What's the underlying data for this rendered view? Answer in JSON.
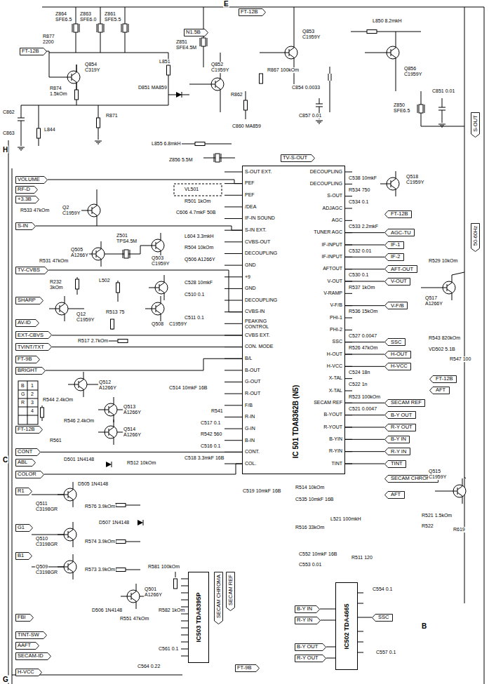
{
  "diagram": {
    "nodes": [
      {
        "text": [
          "IC 501 TDA8362B (N5)",
          "S-OUT EXT.",
          "PEF",
          "PEF",
          "/DEA",
          "IF-IN SOUND",
          "S-IN EXT.",
          "CVBS-OUT",
          "DECOUPLING",
          "GND",
          "+9",
          "GND",
          "DECOUPLING",
          "CVBS-IN",
          "PEAKING CONTROL",
          "CVBS EXT.",
          "CON. MODE",
          "B/L",
          "B-OUT",
          "G-OUT",
          "R-OUT",
          "F/B",
          "R-IN",
          "G-IN",
          "B-IN",
          "CONT.",
          "COL.",
          "DECOUPLING",
          "DECOUPLING",
          "S-OUT",
          "ADJAGC",
          "AGC",
          "TUNER AGC",
          "IF-INPUT",
          "IF-INPUT",
          "AFTOUT",
          "V-OUT",
          "V-RAMP",
          "V-F/B",
          "PHI-1",
          "PHI-2",
          "SSC",
          "H-OUT",
          "H-VCC",
          "X-TAL",
          "X-TAL",
          "SECAM REF",
          "B-YOUT",
          "R-YOUT",
          "B-YIN",
          "R-YIN",
          "TINT"
        ]
      },
      {
        "text": [
          "N1.5B"
        ]
      },
      {
        "text": [
          "FT-12B"
        ]
      },
      {
        "text": [
          "FT-12B"
        ]
      },
      {
        "text": [
          "S-OUT"
        ]
      },
      {
        "text": [
          "TV-S-OUT"
        ]
      },
      {
        "text": [
          "VOLUME"
        ]
      },
      {
        "text": [
          "RF-D"
        ]
      },
      {
        "text": [
          "+3.3B"
        ]
      },
      {
        "text": [
          "FT-12B"
        ]
      },
      {
        "text": [
          "S-IN"
        ]
      },
      {
        "text": [
          "AGC-TU"
        ]
      },
      {
        "text": [
          "50-60Hz"
        ]
      },
      {
        "text": [
          "IF-1"
        ]
      },
      {
        "text": [
          "IF-2"
        ]
      },
      {
        "text": [
          "TV-CVBS"
        ]
      },
      {
        "text": [
          "AFT-OUT"
        ]
      },
      {
        "text": [
          "V-OUT"
        ]
      },
      {
        "text": [
          "SHARP"
        ]
      },
      {
        "text": [
          "V-F/B"
        ]
      },
      {
        "text": [
          "AV-ID"
        ]
      },
      {
        "text": [
          "EXT-CBVS"
        ]
      },
      {
        "text": [
          "SSC"
        ]
      },
      {
        "text": [
          "TVINT/TXT"
        ]
      },
      {
        "text": [
          "H-OUT"
        ]
      },
      {
        "text": [
          "FT-9B"
        ]
      },
      {
        "text": [
          "H-VCC"
        ]
      },
      {
        "text": [
          "BRIGHT"
        ]
      },
      {
        "text": [
          "FT-12B"
        ]
      },
      {
        "text": [
          "AFT"
        ]
      },
      {
        "text": [
          "SECAM REF"
        ]
      },
      {
        "text": [
          "B-Y OUT"
        ]
      },
      {
        "text": [
          "R-Y OUT"
        ]
      },
      {
        "text": [
          "FT-12B"
        ]
      },
      {
        "text": [
          "B-Y IN"
        ]
      },
      {
        "text": [
          "CONT"
        ]
      },
      {
        "text": [
          "R-Y IN"
        ]
      },
      {
        "text": [
          "ABL"
        ]
      },
      {
        "text": [
          "TINT"
        ]
      },
      {
        "text": [
          "COLOR"
        ]
      },
      {
        "text": [
          "SECAM CHROMA"
        ]
      },
      {
        "text": [
          "AFT"
        ]
      },
      {
        "text": [
          "R1"
        ]
      },
      {
        "text": [
          "G1"
        ]
      },
      {
        "text": [
          "B1"
        ]
      },
      {
        "text": [
          "IC503 TDA8395P"
        ]
      },
      {
        "text": [
          "SECAM CHROMA"
        ]
      },
      {
        "text": [
          "SECAM REF"
        ]
      },
      {
        "text": [
          "IC502 TDA4665"
        ]
      },
      {
        "text": [
          "B-Y IN"
        ]
      },
      {
        "text": [
          "R-Y IN"
        ]
      },
      {
        "text": [
          "SSC"
        ]
      },
      {
        "text": [
          "B-Y OUT"
        ]
      },
      {
        "text": [
          "R-Y OUT"
        ]
      },
      {
        "text": [
          "FBI"
        ]
      },
      {
        "text": [
          "TINT-SW"
        ]
      },
      {
        "text": [
          "AAFT"
        ]
      },
      {
        "text": [
          "SECAM-ID"
        ]
      },
      {
        "text": [
          "FT-9B"
        ]
      },
      {
        "text": [
          "H-VCC"
        ]
      }
    ],
    "edges": [
      {
        "from": 6,
        "to": 0,
        "arrow": "none"
      },
      {
        "from": 10,
        "to": 0,
        "arrow": "none"
      },
      {
        "from": 15,
        "to": 0,
        "arrow": "none"
      },
      {
        "from": 21,
        "to": 0,
        "arrow": "none"
      },
      {
        "from": 23,
        "to": 0,
        "arrow": "none"
      },
      {
        "from": 27,
        "to": 0,
        "arrow": "none"
      },
      {
        "from": 35,
        "to": 0,
        "arrow": "none"
      },
      {
        "from": 39,
        "to": 0,
        "arrow": "none"
      },
      {
        "from": 0,
        "to": 11,
        "arrow": "none"
      },
      {
        "from": 13,
        "to": 0,
        "arrow": "none"
      },
      {
        "from": 14,
        "to": 0,
        "arrow": "none"
      },
      {
        "from": 0,
        "to": 16,
        "arrow": "none"
      },
      {
        "from": 0,
        "to": 17,
        "arrow": "none"
      },
      {
        "from": 19,
        "to": 0,
        "arrow": "none"
      },
      {
        "from": 0,
        "to": 22,
        "arrow": "none"
      },
      {
        "from": 0,
        "to": 24,
        "arrow": "none"
      },
      {
        "from": 26,
        "to": 0,
        "arrow": "none"
      },
      {
        "from": 30,
        "to": 0,
        "arrow": "none"
      },
      {
        "from": 0,
        "to": 31,
        "arrow": "none"
      },
      {
        "from": 0,
        "to": 32,
        "arrow": "none"
      },
      {
        "from": 34,
        "to": 0,
        "arrow": "none"
      },
      {
        "from": 36,
        "to": 0,
        "arrow": "none"
      },
      {
        "from": 38,
        "to": 0,
        "arrow": "none"
      },
      {
        "from": 49,
        "to": 48,
        "arrow": "none"
      },
      {
        "from": 50,
        "to": 48,
        "arrow": "none"
      },
      {
        "from": 48,
        "to": 51,
        "arrow": "none"
      },
      {
        "from": 52,
        "to": 48,
        "arrow": "none"
      },
      {
        "from": 53,
        "to": 48,
        "arrow": "none"
      }
    ],
    "labels": [
      "H",
      "E",
      "Z864",
      "SFE6.5",
      "Z863",
      "SFE6.0",
      "Z861",
      "SFE5.5",
      "R877",
      "2200",
      "Q854",
      "C319Y",
      "R874",
      "1.5kOm",
      "C862",
      "C863",
      "L844",
      "R871",
      "L851",
      "D851 MA859",
      "Z851",
      "SFE4.5M",
      "Q852",
      "C1959Y",
      "R862",
      "C860 MA859",
      "R867 100kOm",
      "Q853",
      "C1959Y",
      "C854 0.0033",
      "C857 0.01",
      "L850 8.2mkH",
      "Q856",
      "C1959Y",
      "Z850",
      "SFE6.5",
      "C851 0.01",
      "L855 6.8mkH",
      "Z856 5.5M",
      "VL501",
      "R501 1kOm",
      "C606 4.7mkF 50B",
      "L604 3.3mkH",
      "R504 10kOm",
      "Q506 A1266Y",
      "C528 10mkF",
      "C510 0.1",
      "C511 0.1",
      "C514 10mkF 16B",
      "R541",
      "C517 0.1",
      "R542 560",
      "C516 0.1",
      "C518 3.3mkF 16B",
      "C519 10mkF 16B",
      "R514 10kOm",
      "C535 10mkF 16B",
      "L521 100mkH",
      "R516 33kOm",
      "C552 10mkF 16B",
      "C553 0.01",
      "R511 120",
      "C554 0.1",
      "C557 0.1",
      "B",
      "Q515",
      "C1959Y",
      "R521 1.5kOm",
      "R522",
      "R619",
      "Q517",
      "A1266Y",
      "R529 10kOm",
      "R543 820kOm",
      "VD502 5.1B",
      "R547 100",
      "Q518",
      "C1959Y",
      "C538 10mkF",
      "R534 750",
      "C534 0.1",
      "C533 2.2mkF",
      "C532 0.01",
      "C530 0.1",
      "R537 1kOm",
      "R536 15kOm",
      "C527 0.0047",
      "R526 47kOm",
      "C524 18n",
      "C522 1n",
      "R523 100kOm",
      "C521 0.0047",
      "Q2",
      "C1959Y",
      "R533 47kOm",
      "Q505",
      "A1266Y",
      "R531 47kOm",
      "Z501",
      "TPS4.5M",
      "L502",
      "Q503",
      "C1959Y",
      "R232",
      "3kOm",
      "R513 75",
      "Q12",
      "C1959Y",
      "R517 2.7kOm",
      "Q508",
      "C1959Y",
      "Q512",
      "A1266Y",
      "R544 2.4kOm",
      "Q513",
      "A1266Y",
      "R546 2.4kOm",
      "Q514",
      "A1266Y",
      "R561",
      "D501 1N4148",
      "R512 10kOm",
      "D505 1N4148",
      "Q511",
      "C3198GR",
      "R576 3.9kOm",
      "D507 1N4148",
      "Q510",
      "C3198GR",
      "R574 3.9kOm",
      "Q509",
      "C3198GR",
      "R573 3.9kOm",
      "D506 1N4148",
      "R581 100kOm",
      "Q501",
      "A1266Y",
      "R582 1kOm",
      "R551 47kOm",
      "C561 0.1",
      "C564 0.22",
      "C",
      "G",
      "B",
      "G",
      "R",
      "1",
      "2",
      "3",
      "4"
    ]
  }
}
